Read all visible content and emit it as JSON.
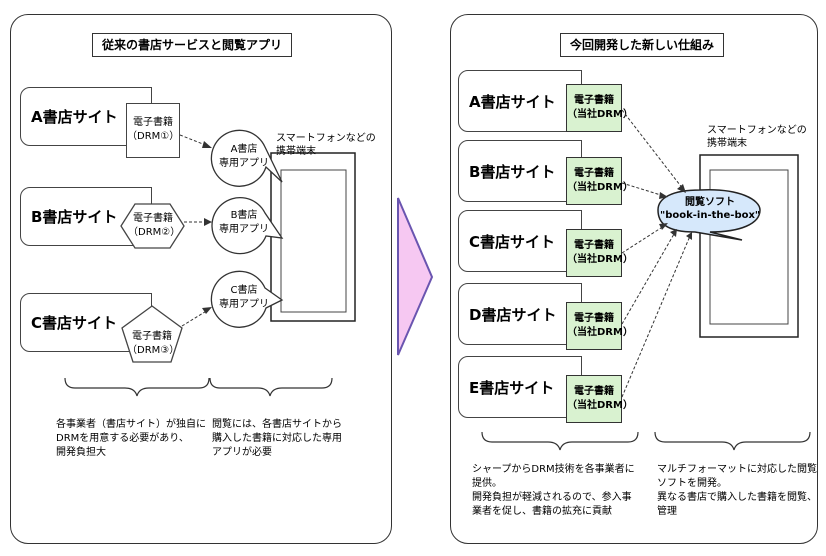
{
  "left": {
    "title": "従来の書店サービスと閲覧アプリ",
    "sites": [
      "A書店サイト",
      "B書店サイト",
      "C書店サイト"
    ],
    "ebooks": [
      {
        "l1": "電子書籍",
        "l2": "（DRM①）"
      },
      {
        "l1": "電子書籍",
        "l2": "（DRM②）"
      },
      {
        "l1": "電子書籍",
        "l2": "（DRM③）"
      }
    ],
    "apps": [
      {
        "l1": "A書店",
        "l2": "専用アプリ"
      },
      {
        "l1": "B書店",
        "l2": "専用アプリ"
      },
      {
        "l1": "C書店",
        "l2": "専用アプリ"
      }
    ],
    "device_label": [
      "スマートフォンなどの",
      "携帯端末"
    ],
    "note1": [
      "各事業者（書店サイト）が独自に",
      "DRMを用意する必要があり、",
      "開発負担大"
    ],
    "note2": [
      "閲覧には、各書店サイトから",
      "購入した書籍に対応した専用",
      "アプリが必要"
    ]
  },
  "right": {
    "title": "今回開発した新しい仕組み",
    "sites": [
      "A書店サイト",
      "B書店サイト",
      "C書店サイト",
      "D書店サイト",
      "E書店サイト"
    ],
    "ebook": {
      "l1": "電子書籍",
      "l2": "（当社DRM）"
    },
    "device_label": [
      "スマートフォンなどの",
      "携帯端末"
    ],
    "viewer": {
      "l1": "閲覧ソフト",
      "l2": "\"book-in-the-box\""
    },
    "note1": [
      "シャープからDRM技術を各事業者に",
      "提供。",
      "開発負担が軽減されるので、参入事",
      "業者を促し、書籍の拡充に貢献"
    ],
    "note2": [
      "マルチフォーマットに対応した閲覧",
      "ソフトを開発。",
      "異なる書店で購入した書籍を閲覧、",
      "管理"
    ]
  },
  "colors": {
    "ebook_green": "#d9f2d0",
    "arrow_pink": "#f6c8f2",
    "arrow_stroke": "#6a55b0"
  }
}
